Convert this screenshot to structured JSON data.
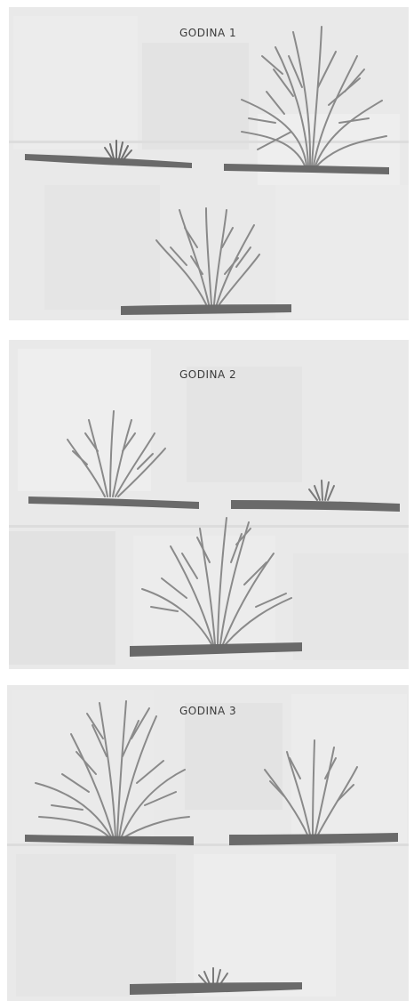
{
  "panels": [
    {
      "title": "GODINA 1"
    },
    {
      "title": "GODINA 2"
    },
    {
      "title": "GODINA 3"
    }
  ],
  "colors": {
    "paper": "#e9e9e9",
    "paper_light": "#efefef",
    "paper_dark": "#dedede",
    "ground": "#6a6a6a",
    "branch": "#8a8a8a",
    "branch_dark": "#6f6f6f",
    "title": "#3a3a3a"
  }
}
